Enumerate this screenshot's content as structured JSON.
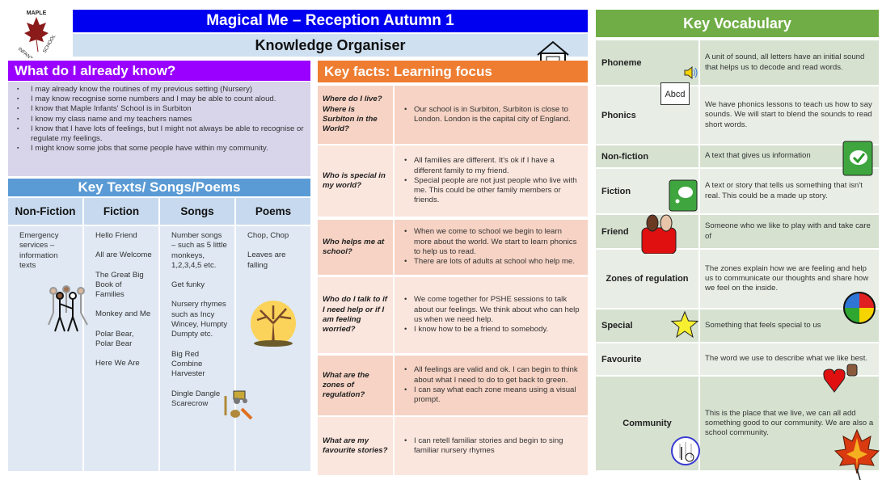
{
  "logo": {
    "text": "MAPLE INFANTS' SCHOOL"
  },
  "header": {
    "title": "Magical Me – Reception Autumn 1",
    "subtitle": "Knowledge Organiser"
  },
  "prior_knowledge": {
    "title": "What do I already know?",
    "items": [
      "I may already know the routines of my previous setting (Nursery)",
      "I may know recognise some numbers and I may be able to count aloud.",
      "I know that Maple Infants' School is in Surbiton",
      "I know my class name and my teachers names",
      "I know that I have lots of feelings, but I might not always be able to recognise or regulate my feelings.",
      "I might know some jobs that some people have within my community."
    ]
  },
  "key_texts": {
    "title": "Key Texts/ Songs/Poems",
    "columns": [
      {
        "header": "Non-Fiction",
        "items": [
          "Emergency services – information texts"
        ]
      },
      {
        "header": "Fiction",
        "items": [
          "Hello Friend",
          "All are Welcome",
          "The Great Big Book of Families",
          "Monkey and Me",
          "Polar Bear, Polar Bear",
          "Here We Are"
        ]
      },
      {
        "header": "Songs",
        "items": [
          "Number songs – such as 5 little monkeys, 1,2,3,4,5 etc.",
          "Get funky",
          "Nursery rhymes such as Incy Wincey, Humpty Dumpty etc.",
          "Big Red Combine Harvester",
          "Dingle Dangle Scarecrow"
        ]
      },
      {
        "header": "Poems",
        "items": [
          "Chop, Chop",
          "Leaves are falling"
        ]
      }
    ]
  },
  "key_facts": {
    "title": "Key facts: Learning focus",
    "rows": [
      {
        "q": "Where do I live? Where is Surbiton in the World?",
        "a": [
          "Our school is in Surbiton, Surbiton is close to London. London is the capital city of England."
        ]
      },
      {
        "q": "Who is special in my world?",
        "a": [
          "All families are different. It's ok if I have a different family to my friend.",
          "Special people are not just people who live with me. This could be other family members or friends."
        ]
      },
      {
        "q": "Who helps me at school?",
        "a": [
          "When we come to school we begin to learn more about the world. We start to learn phonics to help us to read.",
          "There are lots of adults at school who help me."
        ]
      },
      {
        "q": "Who do I talk to if I need help or if I am feeling worried?",
        "a": [
          "We come together for PSHE sessions to talk about our feelings. We think about who can help us when we need help.",
          "I know how to be a friend to somebody."
        ]
      },
      {
        "q": "What are the zones of regulation?",
        "a": [
          "All feelings are valid and ok. I can begin to think about what I need to do to get back to green.",
          "I can say what each zone means using a visual prompt."
        ]
      },
      {
        "q": "What are my favourite stories?",
        "a": [
          "I can retell familiar stories and begin to sing familiar nursery rhymes"
        ]
      }
    ]
  },
  "vocabulary": {
    "title": "Key Vocabulary",
    "rows": [
      {
        "word": "Phoneme",
        "def": "A unit of sound, all letters have an initial sound that helps us to decode and read words."
      },
      {
        "word": "Phonics",
        "def": "We have phonics lessons to teach us how to say sounds. We will start to blend the sounds to read short words."
      },
      {
        "word": "Non-fiction",
        "def": "A text that gives us information"
      },
      {
        "word": "Fiction",
        "def": "A text or story that tells us something that isn't real. This could be a made up story."
      },
      {
        "word": "Friend",
        "def": "Someone who we like to play with and take care of"
      },
      {
        "word": "Zones of regulation",
        "def": "The zones explain how we are feeling and help us to communicate our thoughts and share how we feel on the inside."
      },
      {
        "word": "Special",
        "def": "Something that feels special to us"
      },
      {
        "word": "Favourite",
        "def": "The word we use to describe what we like best."
      },
      {
        "word": "Community",
        "def": "This is the place that we live, we can all add something good to our community. We are also a school community."
      }
    ]
  },
  "icons": {
    "abcd_card": "Abcd"
  }
}
